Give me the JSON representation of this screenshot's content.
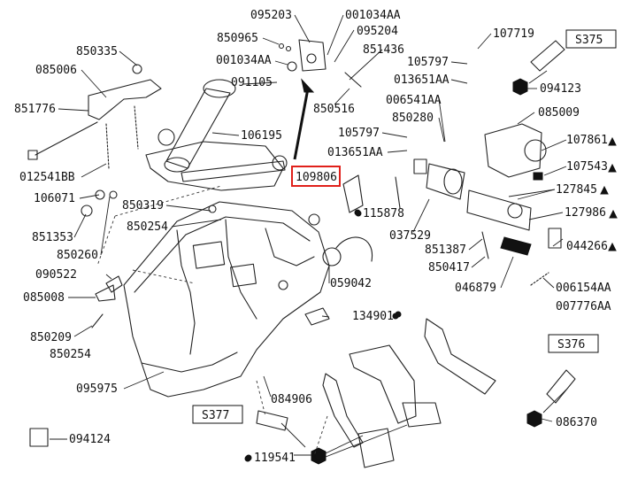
{
  "diagram": {
    "highlight_color": "#e0201a",
    "highlighted_part": "109806",
    "parts": [
      {
        "id": "095203",
        "text": "095203"
      },
      {
        "id": "001034AA-top",
        "text": "001034AA"
      },
      {
        "id": "850965",
        "text": "850965"
      },
      {
        "id": "095204",
        "text": "095204"
      },
      {
        "id": "107719",
        "text": "107719"
      },
      {
        "id": "850335",
        "text": "850335"
      },
      {
        "id": "001034AA-mid",
        "text": "001034AA"
      },
      {
        "id": "851436",
        "text": "851436"
      },
      {
        "id": "085006",
        "text": "085006"
      },
      {
        "id": "091105",
        "text": "091105"
      },
      {
        "id": "105797-top",
        "text": "105797"
      },
      {
        "id": "013651AA-top",
        "text": "013651AA"
      },
      {
        "id": "094123",
        "text": "094123"
      },
      {
        "id": "851776",
        "text": "851776"
      },
      {
        "id": "850516",
        "text": "850516"
      },
      {
        "id": "006541AA",
        "text": "006541AA"
      },
      {
        "id": "850280",
        "text": "850280"
      },
      {
        "id": "085009",
        "text": "085009"
      },
      {
        "id": "106195",
        "text": "106195"
      },
      {
        "id": "105797-mid",
        "text": "105797"
      },
      {
        "id": "107861",
        "text": "107861"
      },
      {
        "id": "013651AA-mid",
        "text": "013651AA"
      },
      {
        "id": "107543",
        "text": "107543"
      },
      {
        "id": "012541BB",
        "text": "012541BB"
      },
      {
        "id": "109806",
        "text": "109806"
      },
      {
        "id": "127845",
        "text": "127845"
      },
      {
        "id": "106071",
        "text": "106071"
      },
      {
        "id": "850319",
        "text": "850319"
      },
      {
        "id": "115878",
        "text": "115878"
      },
      {
        "id": "127986",
        "text": "127986"
      },
      {
        "id": "850254-top",
        "text": "850254"
      },
      {
        "id": "037529",
        "text": "037529"
      },
      {
        "id": "851353",
        "text": "851353"
      },
      {
        "id": "851387",
        "text": "851387"
      },
      {
        "id": "044266",
        "text": "044266"
      },
      {
        "id": "850260",
        "text": "850260"
      },
      {
        "id": "850417",
        "text": "850417"
      },
      {
        "id": "090522",
        "text": "090522"
      },
      {
        "id": "059042",
        "text": "059042"
      },
      {
        "id": "046879",
        "text": "046879"
      },
      {
        "id": "006154AA",
        "text": "006154AA"
      },
      {
        "id": "085008",
        "text": "085008"
      },
      {
        "id": "007776AA",
        "text": "007776AA"
      },
      {
        "id": "134901",
        "text": "134901"
      },
      {
        "id": "850209",
        "text": "850209"
      },
      {
        "id": "850254-bot",
        "text": "850254"
      },
      {
        "id": "095975",
        "text": "095975"
      },
      {
        "id": "084906",
        "text": "084906"
      },
      {
        "id": "086370",
        "text": "086370"
      },
      {
        "id": "094124",
        "text": "094124"
      },
      {
        "id": "119541",
        "text": "119541"
      }
    ],
    "connectors": [
      {
        "id": "S375",
        "text": "S375"
      },
      {
        "id": "S376",
        "text": "S376"
      },
      {
        "id": "S377",
        "text": "S377"
      }
    ]
  }
}
